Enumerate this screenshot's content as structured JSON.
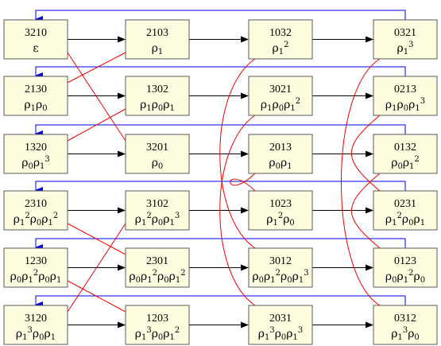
{
  "diagram": {
    "rows": [
      [
        {
          "code": "3210",
          "word": [
            {
              "t": "ε"
            }
          ]
        },
        {
          "code": "2103",
          "word": [
            {
              "t": "ρ"
            },
            {
              "sub": "1"
            }
          ]
        },
        {
          "code": "1032",
          "word": [
            {
              "t": "ρ"
            },
            {
              "sub": "1"
            },
            {
              "sup": "2"
            }
          ]
        },
        {
          "code": "0321",
          "word": [
            {
              "t": "ρ"
            },
            {
              "sub": "1"
            },
            {
              "sup": "3"
            }
          ]
        }
      ],
      [
        {
          "code": "2130",
          "word": [
            {
              "t": "ρ"
            },
            {
              "sub": "1"
            },
            {
              "t": "ρ"
            },
            {
              "sub": "0"
            }
          ]
        },
        {
          "code": "1302",
          "word": [
            {
              "t": "ρ"
            },
            {
              "sub": "1"
            },
            {
              "t": "ρ"
            },
            {
              "sub": "0"
            },
            {
              "t": "ρ"
            },
            {
              "sub": "1"
            }
          ]
        },
        {
          "code": "3021",
          "word": [
            {
              "t": "ρ"
            },
            {
              "sub": "1"
            },
            {
              "t": "ρ"
            },
            {
              "sub": "0"
            },
            {
              "t": "ρ"
            },
            {
              "sub": "1"
            },
            {
              "sup": "2"
            }
          ]
        },
        {
          "code": "0213",
          "word": [
            {
              "t": "ρ"
            },
            {
              "sub": "1"
            },
            {
              "t": "ρ"
            },
            {
              "sub": "0"
            },
            {
              "t": "ρ"
            },
            {
              "sub": "1"
            },
            {
              "sup": "3"
            }
          ]
        }
      ],
      [
        {
          "code": "1320",
          "word": [
            {
              "t": "ρ"
            },
            {
              "sub": "0"
            },
            {
              "t": "ρ"
            },
            {
              "sub": "1"
            },
            {
              "sup": "3"
            }
          ]
        },
        {
          "code": "3201",
          "word": [
            {
              "t": "ρ"
            },
            {
              "sub": "0"
            }
          ]
        },
        {
          "code": "2013",
          "word": [
            {
              "t": "ρ"
            },
            {
              "sub": "0"
            },
            {
              "t": "ρ"
            },
            {
              "sub": "1"
            }
          ]
        },
        {
          "code": "0132",
          "word": [
            {
              "t": "ρ"
            },
            {
              "sub": "0"
            },
            {
              "t": "ρ"
            },
            {
              "sub": "1"
            },
            {
              "sup": "2"
            }
          ]
        }
      ],
      [
        {
          "code": "2310",
          "word": [
            {
              "t": "ρ"
            },
            {
              "sub": "1"
            },
            {
              "sup": "2"
            },
            {
              "t": "ρ"
            },
            {
              "sub": "0"
            },
            {
              "t": "ρ"
            },
            {
              "sub": "1"
            },
            {
              "sup": "2"
            }
          ]
        },
        {
          "code": "3102",
          "word": [
            {
              "t": "ρ"
            },
            {
              "sub": "1"
            },
            {
              "sup": "2"
            },
            {
              "t": "ρ"
            },
            {
              "sub": "0"
            },
            {
              "t": "ρ"
            },
            {
              "sub": "1"
            },
            {
              "sup": "3"
            }
          ]
        },
        {
          "code": "1023",
          "word": [
            {
              "t": "ρ"
            },
            {
              "sub": "1"
            },
            {
              "sup": "2"
            },
            {
              "t": "ρ"
            },
            {
              "sub": "0"
            }
          ]
        },
        {
          "code": "0231",
          "word": [
            {
              "t": "ρ"
            },
            {
              "sub": "1"
            },
            {
              "sup": "2"
            },
            {
              "t": "ρ"
            },
            {
              "sub": "0"
            },
            {
              "t": "ρ"
            },
            {
              "sub": "1"
            }
          ]
        }
      ],
      [
        {
          "code": "1230",
          "word": [
            {
              "t": "ρ"
            },
            {
              "sub": "0"
            },
            {
              "t": "ρ"
            },
            {
              "sub": "1"
            },
            {
              "sup": "2"
            },
            {
              "t": "ρ"
            },
            {
              "sub": "0"
            },
            {
              "t": "ρ"
            },
            {
              "sub": "1"
            }
          ]
        },
        {
          "code": "2301",
          "word": [
            {
              "t": "ρ"
            },
            {
              "sub": "0"
            },
            {
              "t": "ρ"
            },
            {
              "sub": "1"
            },
            {
              "sup": "2"
            },
            {
              "t": "ρ"
            },
            {
              "sub": "0"
            },
            {
              "t": "ρ"
            },
            {
              "sub": "1"
            },
            {
              "sup": "2"
            }
          ]
        },
        {
          "code": "3012",
          "word": [
            {
              "t": "ρ"
            },
            {
              "sub": "0"
            },
            {
              "t": "ρ"
            },
            {
              "sub": "1"
            },
            {
              "sup": "2"
            },
            {
              "t": "ρ"
            },
            {
              "sub": "0"
            },
            {
              "t": "ρ"
            },
            {
              "sub": "1"
            },
            {
              "sup": "3"
            }
          ]
        },
        {
          "code": "0123",
          "word": [
            {
              "t": "ρ"
            },
            {
              "sub": "0"
            },
            {
              "t": "ρ"
            },
            {
              "sub": "1"
            },
            {
              "sup": "2"
            },
            {
              "t": "ρ"
            },
            {
              "sub": "0"
            }
          ]
        }
      ],
      [
        {
          "code": "3120",
          "word": [
            {
              "t": "ρ"
            },
            {
              "sub": "1"
            },
            {
              "sup": "3"
            },
            {
              "t": "ρ"
            },
            {
              "sub": "0"
            },
            {
              "t": "ρ"
            },
            {
              "sub": "1"
            }
          ]
        },
        {
          "code": "1203",
          "word": [
            {
              "t": "ρ"
            },
            {
              "sub": "1"
            },
            {
              "sup": "3"
            },
            {
              "t": "ρ"
            },
            {
              "sub": "0"
            },
            {
              "t": "ρ"
            },
            {
              "sub": "1"
            },
            {
              "sup": "2"
            }
          ]
        },
        {
          "code": "2031",
          "word": [
            {
              "t": "ρ"
            },
            {
              "sub": "1"
            },
            {
              "sup": "3"
            },
            {
              "t": "ρ"
            },
            {
              "sub": "0"
            },
            {
              "t": "ρ"
            },
            {
              "sub": "1"
            },
            {
              "sup": "3"
            }
          ]
        },
        {
          "code": "0312",
          "word": [
            {
              "t": "ρ"
            },
            {
              "sub": "1"
            },
            {
              "sup": "3"
            },
            {
              "t": "ρ"
            },
            {
              "sub": "0"
            }
          ]
        }
      ]
    ],
    "red_links": [
      [
        "3210",
        "3201"
      ],
      [
        "2103",
        "2130"
      ],
      [
        "1302",
        "1320"
      ],
      [
        "2310",
        "2301"
      ],
      [
        "3102",
        "3120"
      ],
      [
        "1230",
        "1203"
      ],
      [
        "1032",
        "3012"
      ],
      [
        "3021",
        "2031"
      ],
      [
        "2013",
        "1023"
      ],
      [
        "0321",
        "0312"
      ],
      [
        "0213",
        "0231"
      ],
      [
        "0132",
        "0123"
      ]
    ],
    "colors": {
      "box_fill": "#fffde0",
      "box_stroke": "#5a5a5a",
      "row_arrow": "#000000",
      "wrap_arrow": "#0000ee",
      "link": "#ee0000"
    }
  }
}
